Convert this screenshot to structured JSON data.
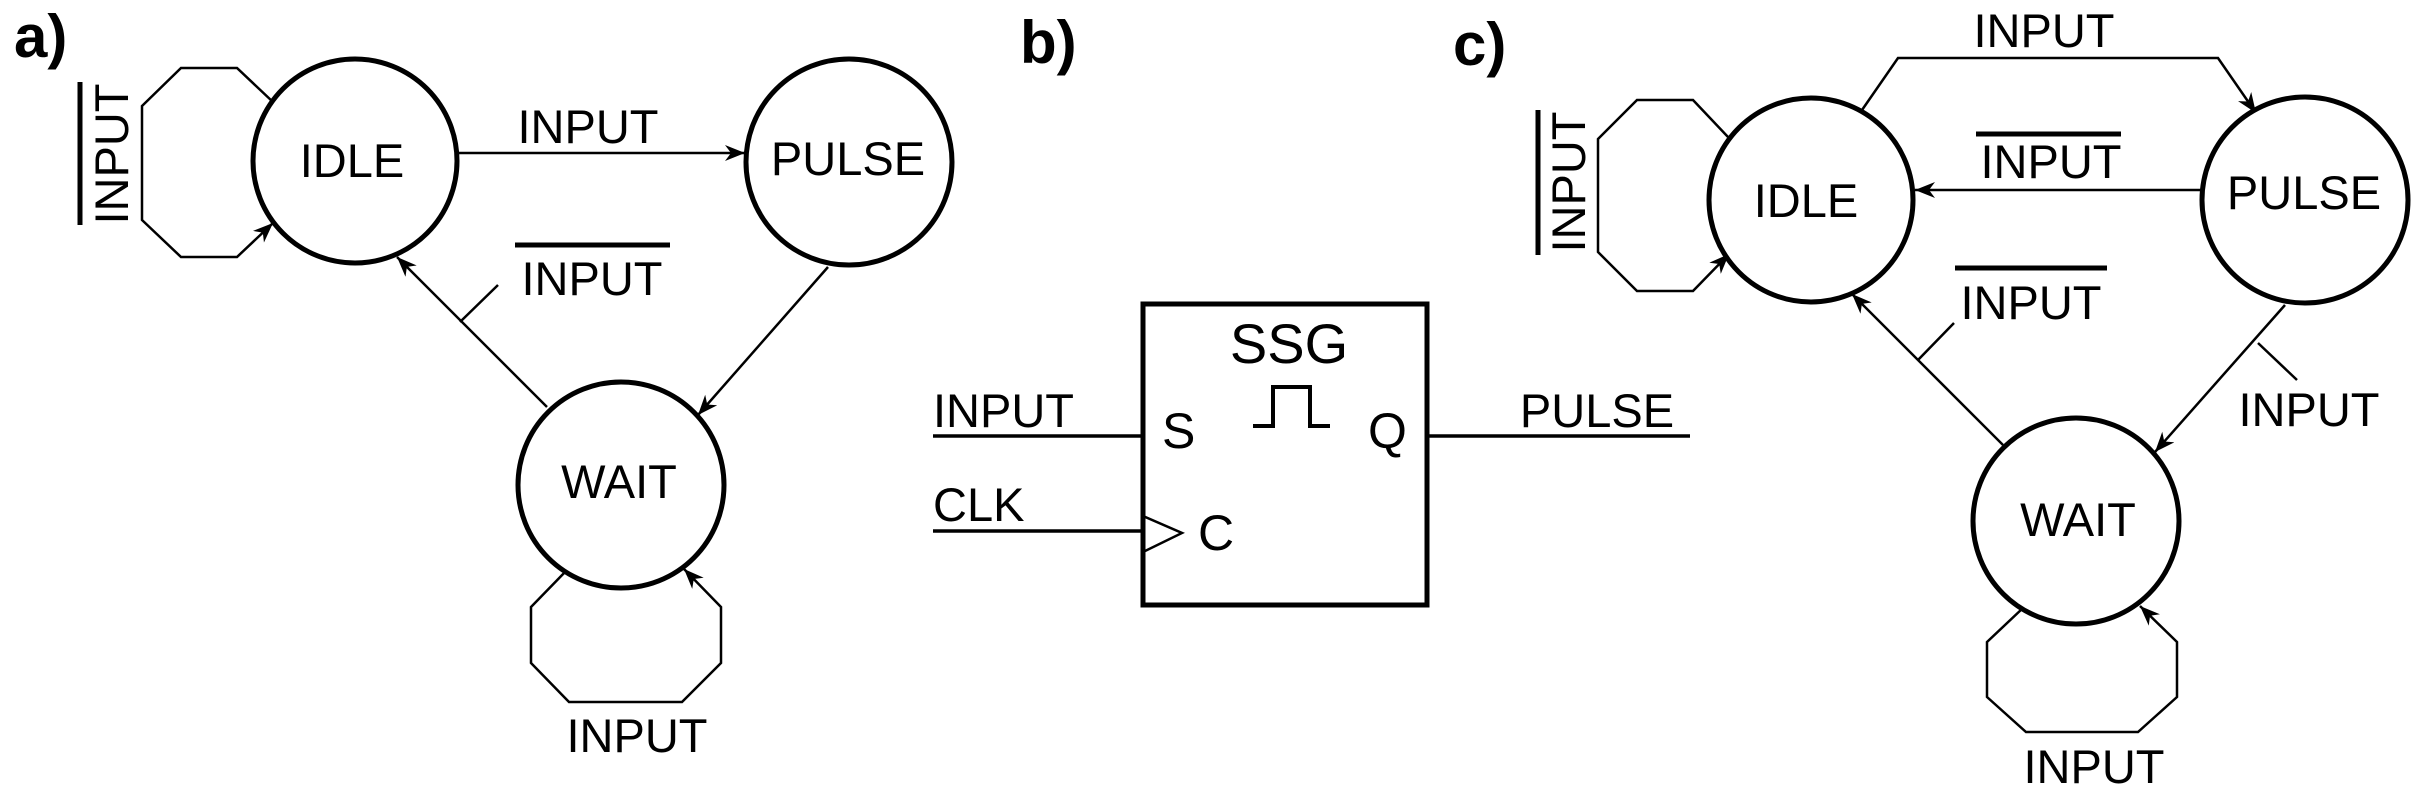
{
  "figure": {
    "panels": [
      {
        "id": "a",
        "label": "a)",
        "kind": "state-machine",
        "states": [
          {
            "id": "idle",
            "label": "IDLE"
          },
          {
            "id": "pulse",
            "label": "PULSE"
          },
          {
            "id": "wait",
            "label": "WAIT"
          }
        ],
        "transitions": [
          {
            "from": "IDLE",
            "to": "IDLE",
            "condition": "INPUT",
            "negated": true
          },
          {
            "from": "IDLE",
            "to": "PULSE",
            "condition": "INPUT",
            "negated": false
          },
          {
            "from": "PULSE",
            "to": "WAIT",
            "condition": "",
            "negated": false
          },
          {
            "from": "WAIT",
            "to": "WAIT",
            "condition": "INPUT",
            "negated": false
          },
          {
            "from": "WAIT",
            "to": "IDLE",
            "condition": "INPUT",
            "negated": true
          }
        ]
      },
      {
        "id": "b",
        "label": "b)",
        "kind": "block",
        "block": {
          "title": "SSG",
          "pulse_symbol": "single-pulse",
          "pins": {
            "set": "S",
            "clock": "C",
            "output": "Q"
          },
          "inputs": [
            {
              "signal": "INPUT",
              "pin": "S"
            },
            {
              "signal": "CLK",
              "pin": "C"
            }
          ],
          "outputs": [
            {
              "signal": "PULSE",
              "pin": "Q"
            }
          ]
        }
      },
      {
        "id": "c",
        "label": "c)",
        "kind": "state-machine",
        "states": [
          {
            "id": "idle",
            "label": "IDLE"
          },
          {
            "id": "pulse",
            "label": "PULSE"
          },
          {
            "id": "wait",
            "label": "WAIT"
          }
        ],
        "transitions": [
          {
            "from": "IDLE",
            "to": "IDLE",
            "condition": "INPUT",
            "negated": true
          },
          {
            "from": "IDLE",
            "to": "PULSE",
            "condition": "INPUT",
            "negated": false
          },
          {
            "from": "PULSE",
            "to": "IDLE",
            "condition": "INPUT",
            "negated": true
          },
          {
            "from": "PULSE",
            "to": "WAIT",
            "condition": "INPUT",
            "negated": false
          },
          {
            "from": "WAIT",
            "to": "WAIT",
            "condition": "INPUT",
            "negated": false
          },
          {
            "from": "WAIT",
            "to": "IDLE",
            "condition": "INPUT",
            "negated": true
          }
        ]
      }
    ]
  }
}
